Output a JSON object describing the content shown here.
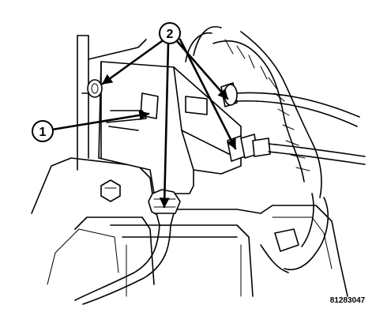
{
  "callouts": [
    {
      "id": "callout-1",
      "label": "1"
    },
    {
      "id": "callout-2",
      "label": "2"
    }
  ],
  "figure_id": "81283047"
}
